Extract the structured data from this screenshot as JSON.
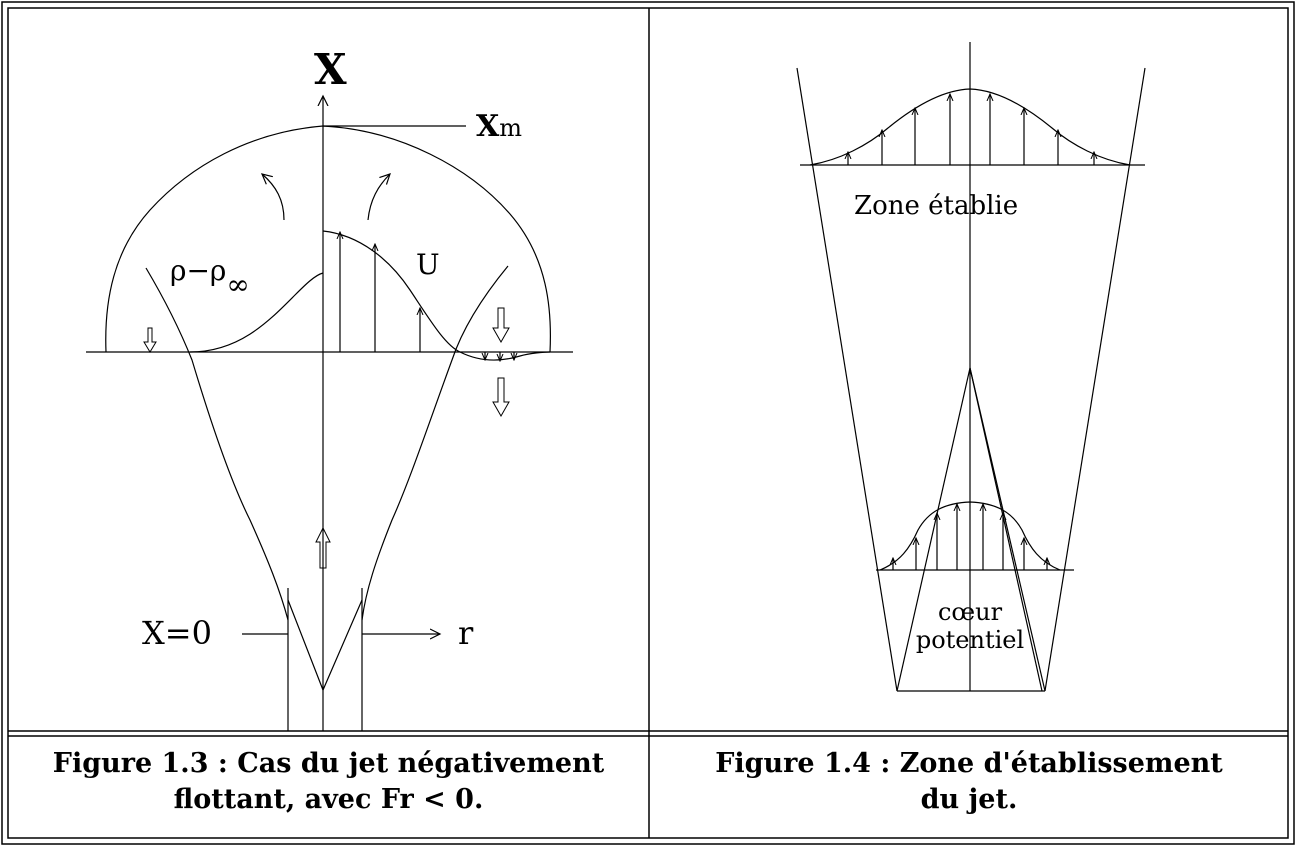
{
  "figure_1_3": {
    "axis_label_x": "X",
    "label_xm_main": "X",
    "label_xm_sub": "m",
    "label_density": "ρ−ρ",
    "label_density_sub": "∞",
    "label_velocity": "U",
    "label_origin": "X=0",
    "label_radial": "r",
    "caption_line1": "Figure 1.3 : Cas du jet négativement",
    "caption_line2": "flottant, avec Fr < 0."
  },
  "figure_1_4": {
    "label_established": "Zone établie",
    "label_core_line1": "cœur",
    "label_core_line2": "potentiel",
    "caption_line1": "Figure 1.4 : Zone d'établissement",
    "caption_line2": "du jet."
  }
}
